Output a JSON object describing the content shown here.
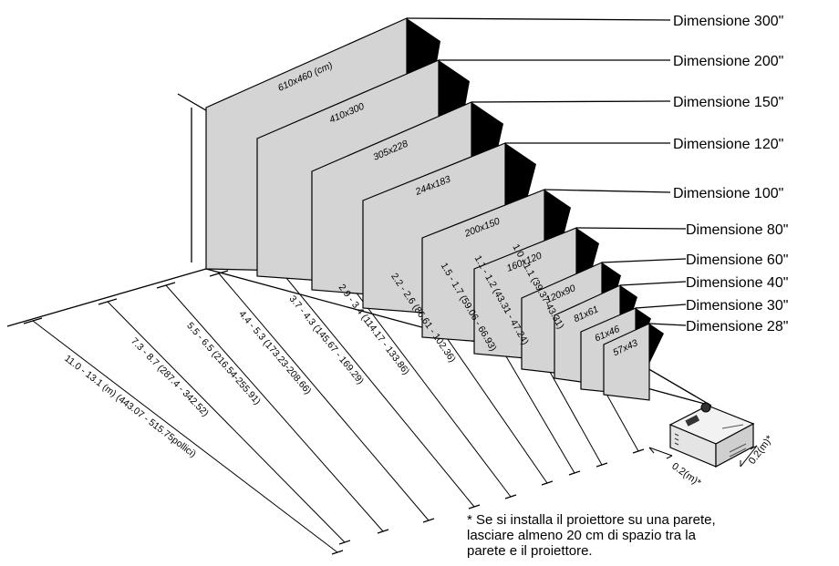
{
  "screens": [
    {
      "size_label": "Dimensione 300\"",
      "screen_label": "610x460 (cm)",
      "distance_label": "11.0 - 13.1 (m) (443.07 - 515.75pollici)"
    },
    {
      "size_label": "Dimensione 200\"",
      "screen_label": "410x300",
      "distance_label": "7.3 - 8.7 (287.4 - 342.52)"
    },
    {
      "size_label": "Dimensione 150\"",
      "screen_label": "305x228",
      "distance_label": "5.5 - 6.5 (216.54-255.91)"
    },
    {
      "size_label": "Dimensione 120\"",
      "screen_label": "244x183",
      "distance_label": "4.4 - 5.3 (173.23-208.66)"
    },
    {
      "size_label": "Dimensione 100\"",
      "screen_label": "200x150",
      "distance_label": "3.7 - 4.3 (145.67 - 169.29)"
    },
    {
      "size_label": "Dimensione 80\"",
      "screen_label": "160x120",
      "distance_label": "2.9 - 3.4 (114.17 - 133.86)"
    },
    {
      "size_label": "Dimensione 60\"",
      "screen_label": "120x90",
      "distance_label": "2.2 - 2.6 (86.61 - 102.36)"
    },
    {
      "size_label": "Dimensione 40\"",
      "screen_label": "81x61",
      "distance_label": "1.5 - 1.7 (59.06 - 66.93)"
    },
    {
      "size_label": "Dimensione 30\"",
      "screen_label": "61x46",
      "distance_label": "1.1 - 1.2 (43.31 - 47.24)"
    },
    {
      "size_label": "Dimensione 28\"",
      "screen_label": "57x43",
      "distance_label": "1.0 - 1.1 (39.37-43.31)"
    }
  ],
  "clearance": {
    "label": "0.2(m)*",
    "note_lines": [
      "* Se si installa il proiettore su una parete,",
      "lasciare almeno 20 cm di spazio tra la",
      "parete e il proiettore."
    ]
  },
  "colors": {
    "screen_fill": "#d4d4d4",
    "shadow_fill": "#000000",
    "line": "#000000"
  }
}
